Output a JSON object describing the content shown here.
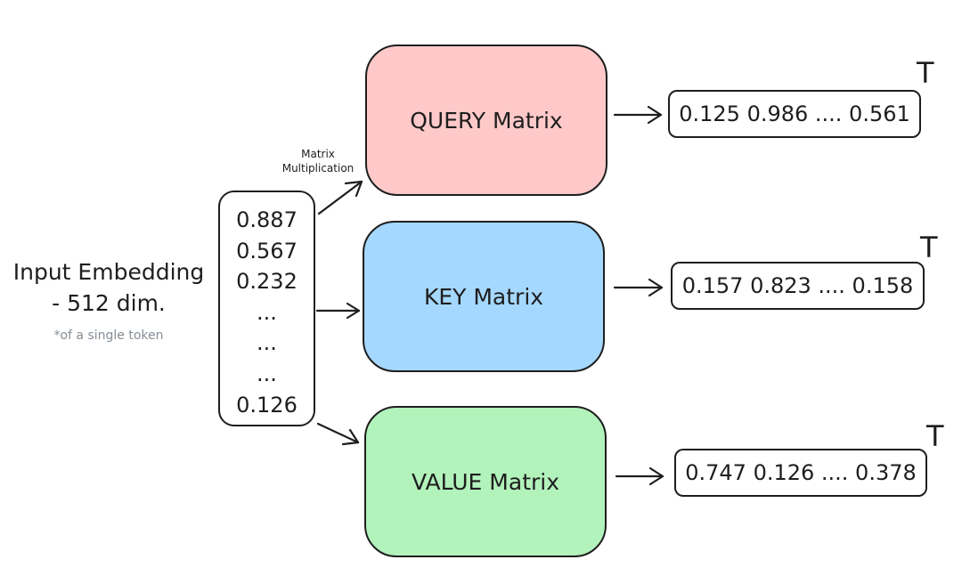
{
  "input": {
    "title_line1": "Input Embedding",
    "title_line2": "- 512 dim.",
    "note": "*of a single token"
  },
  "vector": {
    "entries": [
      "0.887",
      "0.567",
      "0.232",
      "...",
      "...",
      "...",
      "0.126"
    ]
  },
  "operation": {
    "line1": "Matrix",
    "line2": "Multiplication"
  },
  "matrices": {
    "query": {
      "label": "QUERY Matrix",
      "color": "#ffc9c9"
    },
    "key": {
      "label": "KEY Matrix",
      "color": "#a5d8ff"
    },
    "value": {
      "label": "VALUE Matrix",
      "color": "#b2f2bb"
    }
  },
  "outputs": {
    "query": {
      "values": "0.125 0.986 .... 0.561",
      "superscript": "T"
    },
    "key": {
      "values": "0.157 0.823 .... 0.158",
      "superscript": "T"
    },
    "value": {
      "values": "0.747 0.126 .... 0.378",
      "superscript": "T"
    }
  }
}
